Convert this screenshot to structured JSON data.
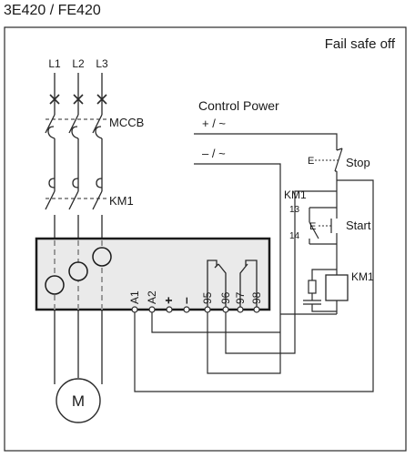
{
  "header": {
    "title": "3E420 / FE420"
  },
  "diagram": {
    "mode_label": "Fail safe off",
    "phases": [
      "L1",
      "L2",
      "L3"
    ],
    "breaker_label": "MCCB",
    "contactor_label": "KM1",
    "control_power_label": "Control Power",
    "supply_plus": "+ / ~",
    "supply_minus": "– / ~",
    "stop_label": "Stop",
    "start_label": "Start",
    "aux_contact_label": "KM1",
    "aux_pin_13": "13",
    "aux_pin_14": "14",
    "coil_label": "KM1",
    "pushbutton_mark": "E",
    "terminals": [
      "A1",
      "A2",
      "+",
      "–",
      "95",
      "96",
      "97",
      "98"
    ],
    "motor_label": "M"
  }
}
